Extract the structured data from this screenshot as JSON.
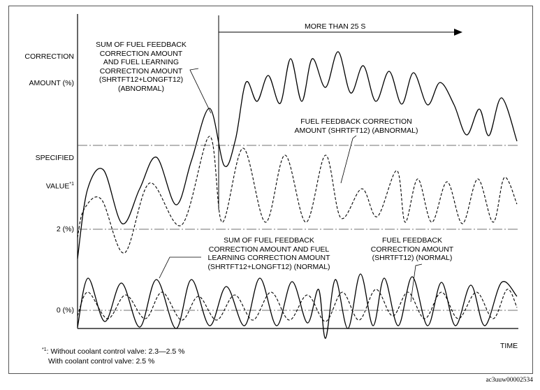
{
  "labels": {
    "ylabel_line1": "CORRECTION",
    "ylabel_line2": "AMOUNT (%)",
    "specified_line1": "SPECIFIED",
    "specified_line2": "VALUE",
    "specified_ref": "*1",
    "two_percent": "2 (%)",
    "zero_percent": "0 (%)",
    "time": "TIME",
    "duration": "MORE THAN 25 S"
  },
  "annotations": {
    "sum_abnormal": [
      "SUM OF FUEL FEEDBACK",
      "CORRECTION AMOUNT",
      "AND FUEL LEARNING",
      "CORRECTION AMOUNT",
      "(SHRTFT12+LONGFT12)",
      "(ABNORMAL)"
    ],
    "feedback_abnormal": [
      "FUEL FEEDBACK CORRECTION",
      "AMOUNT (SHRTFT12) (ABNORMAL)"
    ],
    "sum_normal": [
      "SUM OF FUEL FEEDBACK",
      "CORRECTION AMOUNT AND FUEL",
      "LEARNING CORRECTION AMOUNT",
      "(SHRTFT12+LONGFT12) (NORMAL)"
    ],
    "feedback_normal": [
      "FUEL FEEDBACK",
      "CORRECTION AMOUNT",
      "(SHRTFT12) (NORMAL)"
    ]
  },
  "footnote": {
    "marker": "*1",
    "line1": ": Without coolant control valve: 2.3—2.5 %",
    "line2": "With coolant control valve: 2.5 %"
  },
  "figure_id": "ac3uuw00002534",
  "colors": {
    "line": "#000000",
    "frame": "#555555"
  }
}
